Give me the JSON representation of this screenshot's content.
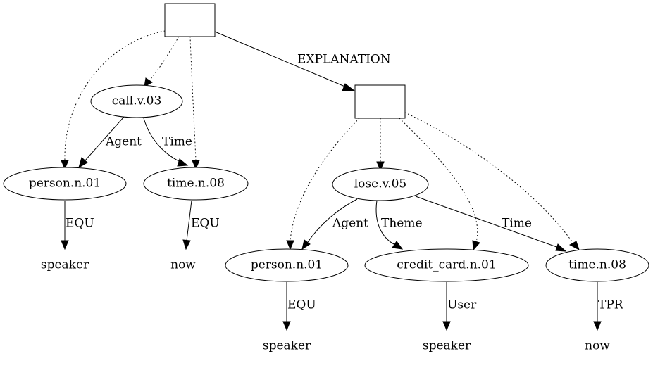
{
  "nodes": {
    "call": "call.v.03",
    "person1": "person.n.01",
    "time1": "time.n.08",
    "speaker1": "speaker",
    "now1": "now",
    "lose": "lose.v.05",
    "person2": "person.n.01",
    "credit_card": "credit_card.n.01",
    "time2": "time.n.08",
    "speaker2": "speaker",
    "speaker3": "speaker",
    "now2": "now"
  },
  "edge_labels": {
    "explanation": "EXPLANATION",
    "agent1": "Agent",
    "time1": "Time",
    "equ1": "EQU",
    "equ2": "EQU",
    "agent2": "Agent",
    "theme": "Theme",
    "time2": "Time",
    "equ3": "EQU",
    "user": "User",
    "tpr": "TPR"
  }
}
